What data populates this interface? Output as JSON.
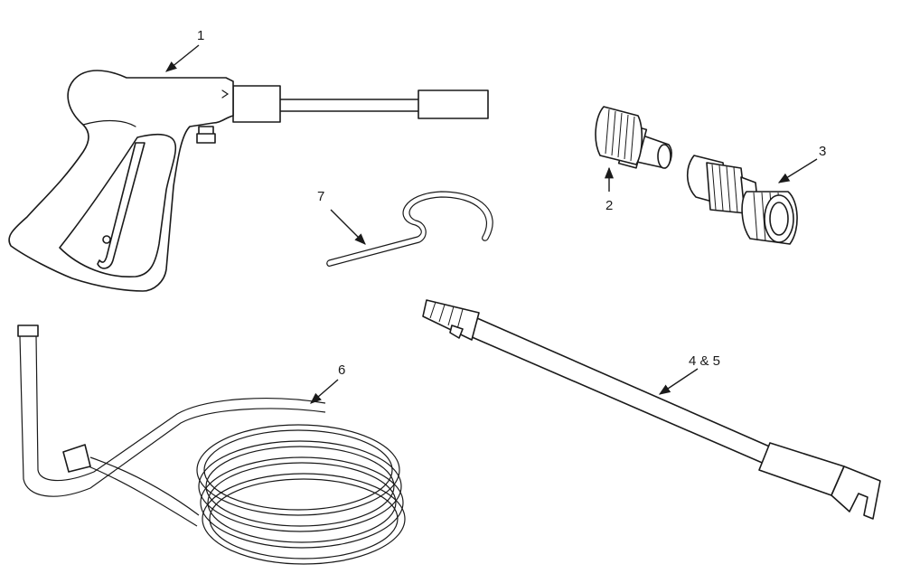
{
  "callouts": {
    "gun": "1",
    "adapter_small": "2",
    "adapter_large": "3",
    "lance": "4 & 5",
    "hose": "6",
    "clip": "7"
  },
  "colors": {
    "line": "#1a1a1a",
    "background": "#ffffff"
  }
}
